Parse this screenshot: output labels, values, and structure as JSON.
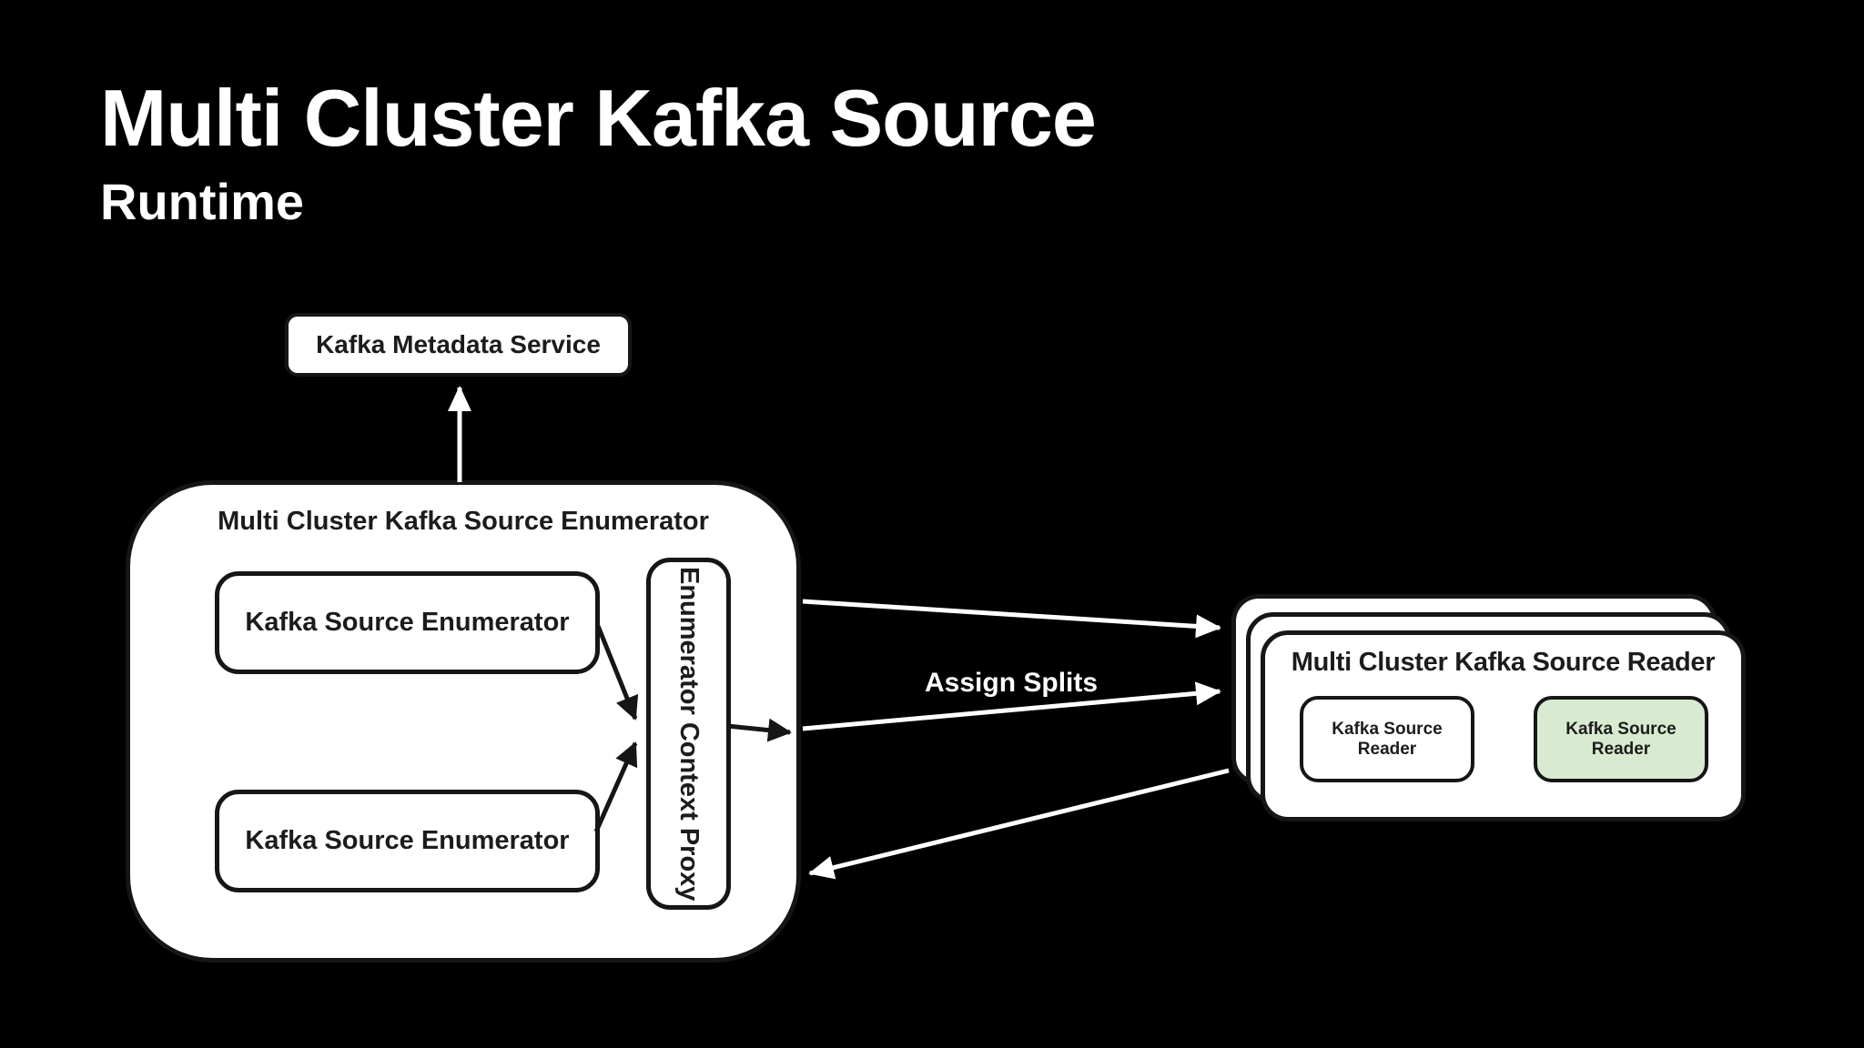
{
  "slide": {
    "title": "Multi Cluster Kafka Source",
    "subtitle": "Runtime"
  },
  "colors": {
    "background": "#000000",
    "box_fill": "#ffffff",
    "border": "#161616",
    "text_dark": "#1c1c1c",
    "text_light": "#ffffff",
    "reader_highlight_fill": "#d8ebd0"
  },
  "diagram": {
    "metadata_service": {
      "label": "Kafka Metadata Service"
    },
    "enumerator_container": {
      "label": "Multi Cluster Kafka Source Enumerator",
      "enumerators": [
        {
          "label": "Kafka Source Enumerator"
        },
        {
          "label": "Kafka Source Enumerator"
        }
      ],
      "proxy": {
        "label": "Enumerator Context Proxy"
      }
    },
    "assign_splits_label": "Assign Splits",
    "reader_stack": {
      "label": "Multi Cluster Kafka Source Reader",
      "stacked_cards": 3,
      "readers": [
        {
          "label": "Kafka Source Reader",
          "highlighted": false
        },
        {
          "label": "Kafka Source Reader",
          "highlighted": true
        }
      ]
    }
  }
}
